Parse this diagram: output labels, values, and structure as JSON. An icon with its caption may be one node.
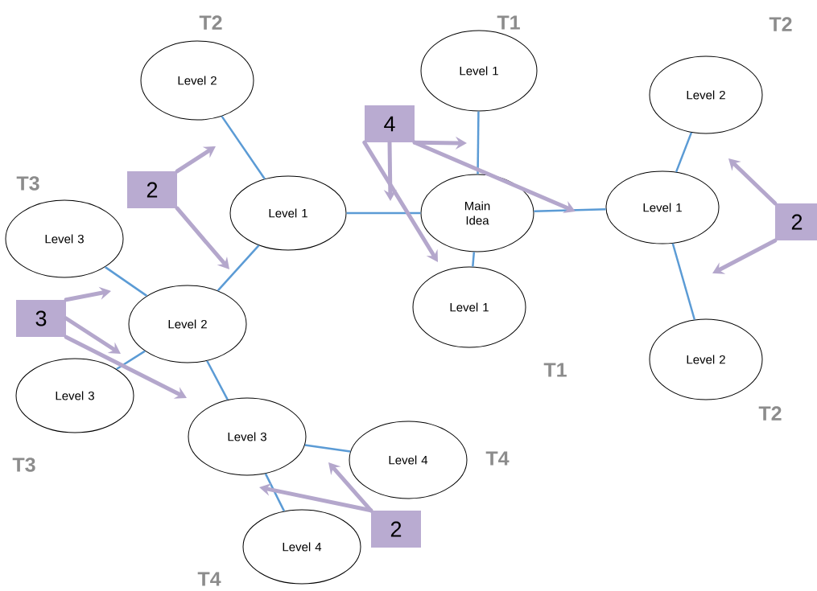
{
  "diagram": {
    "nodes": [
      {
        "text": [
          "Level 2"
        ],
        "beside": [
          "T2"
        ]
      },
      {
        "text": [
          "Level 1"
        ],
        "beside": [
          "T1"
        ]
      },
      {
        "text": [
          "Level 2"
        ],
        "beside": [
          "T2"
        ]
      },
      {
        "text": [
          "4"
        ]
      },
      {
        "text": [
          "2"
        ]
      },
      {
        "text": [
          "Level 1"
        ]
      },
      {
        "text": [
          "Main Idea"
        ]
      },
      {
        "text": [
          "Level 1"
        ]
      },
      {
        "text": [
          "2"
        ]
      },
      {
        "text": [
          "Level 3"
        ],
        "beside": [
          "T3"
        ]
      },
      {
        "text": [
          "3"
        ]
      },
      {
        "text": [
          "Level 2"
        ]
      },
      {
        "text": [
          "Level 1"
        ],
        "beside": [
          "T1"
        ]
      },
      {
        "text": [
          "Level 2"
        ],
        "beside": [
          "T2"
        ]
      },
      {
        "text": [
          "Level 3"
        ],
        "beside": [
          "T3"
        ]
      },
      {
        "text": [
          "Level 3"
        ]
      },
      {
        "text": [
          "Level 4"
        ],
        "beside": [
          "T4"
        ]
      },
      {
        "text": [
          "2"
        ]
      },
      {
        "text": [
          "Level 4"
        ],
        "beside": [
          "T4"
        ]
      }
    ],
    "edges": [
      {
        "from": 6,
        "to": 1,
        "arrow": "none"
      },
      {
        "from": 6,
        "to": 12,
        "arrow": "none"
      },
      {
        "from": 6,
        "to": 7,
        "arrow": "none"
      },
      {
        "from": 5,
        "to": 6,
        "arrow": "none"
      },
      {
        "from": 7,
        "to": 2,
        "arrow": "none"
      },
      {
        "from": 7,
        "to": 13,
        "arrow": "none"
      },
      {
        "from": 5,
        "to": 0,
        "arrow": "none"
      },
      {
        "from": 5,
        "to": 11,
        "arrow": "none"
      },
      {
        "from": 11,
        "to": 9,
        "arrow": "none"
      },
      {
        "from": 11,
        "to": 14,
        "arrow": "none"
      },
      {
        "from": 11,
        "to": 15,
        "arrow": "none"
      },
      {
        "from": 15,
        "to": 16,
        "arrow": "none"
      },
      {
        "from": 15,
        "to": 18,
        "arrow": "none"
      },
      {
        "from": 3,
        "to": null,
        "arrow": "to",
        "style": "thick",
        "color": "#b4a7cc"
      },
      {
        "from": 3,
        "to": null,
        "arrow": "to",
        "style": "thick",
        "color": "#b4a7cc"
      },
      {
        "from": 3,
        "to": null,
        "arrow": "to",
        "style": "thick",
        "color": "#b4a7cc"
      },
      {
        "from": 3,
        "to": null,
        "arrow": "to",
        "style": "thick",
        "color": "#b4a7cc"
      },
      {
        "from": 4,
        "to": null,
        "arrow": "to",
        "style": "thick",
        "color": "#b4a7cc"
      },
      {
        "from": 4,
        "to": null,
        "arrow": "to",
        "style": "thick",
        "color": "#b4a7cc"
      },
      {
        "from": 10,
        "to": null,
        "arrow": "to",
        "style": "thick",
        "color": "#b4a7cc"
      },
      {
        "from": 10,
        "to": null,
        "arrow": "to",
        "style": "thick",
        "color": "#b4a7cc"
      },
      {
        "from": 10,
        "to": null,
        "arrow": "to",
        "style": "thick",
        "color": "#b4a7cc"
      },
      {
        "from": 8,
        "to": null,
        "arrow": "to",
        "style": "thick",
        "color": "#b4a7cc"
      },
      {
        "from": 8,
        "to": null,
        "arrow": "to",
        "style": "thick",
        "color": "#b4a7cc"
      },
      {
        "from": 17,
        "to": null,
        "arrow": "to",
        "style": "thick",
        "color": "#b4a7cc"
      },
      {
        "from": 17,
        "to": null,
        "arrow": "to",
        "style": "thick",
        "color": "#b4a7cc"
      }
    ]
  }
}
